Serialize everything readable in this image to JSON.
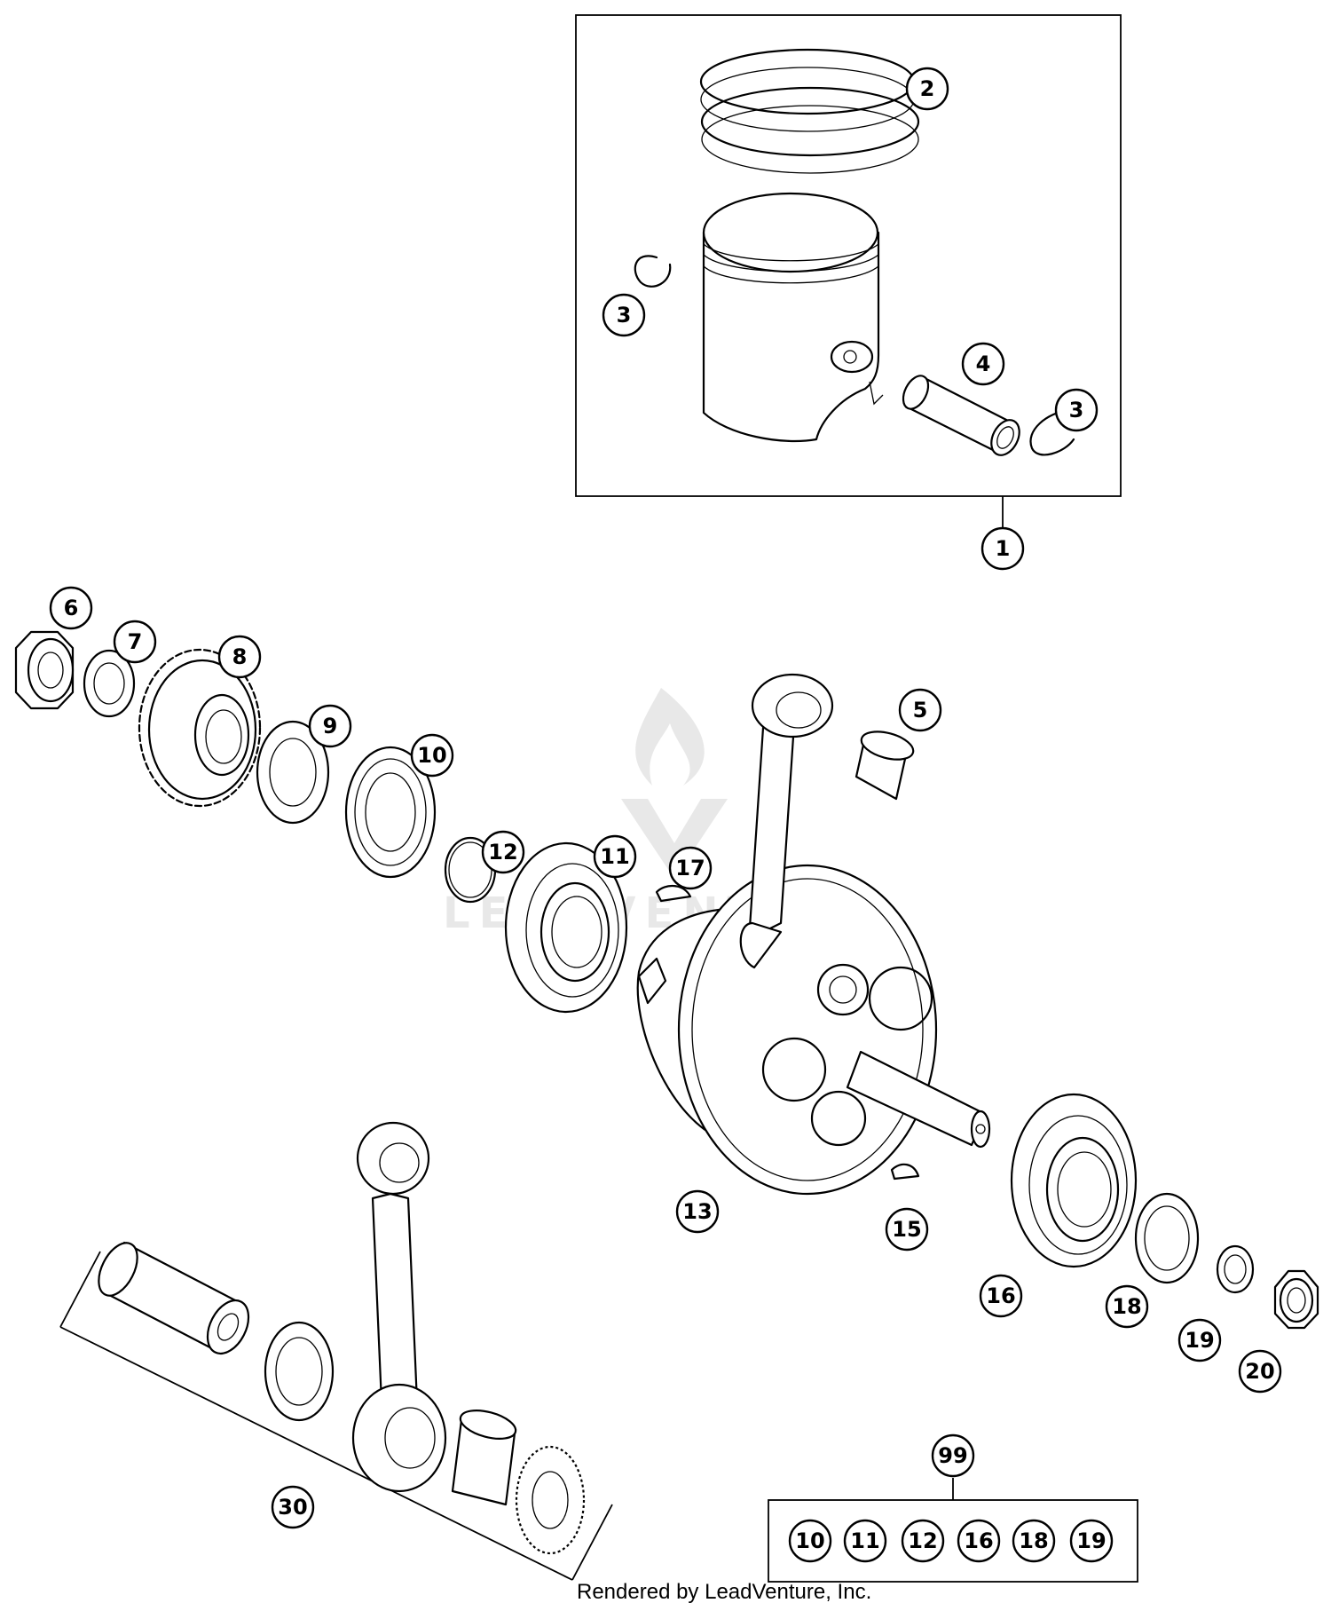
{
  "footer": "Rendered by LeadVenture, Inc.",
  "watermark": "LEADVENTURE",
  "callouts": [
    "1",
    "2",
    "3",
    "3",
    "4",
    "5",
    "6",
    "7",
    "8",
    "9",
    "10",
    "11",
    "12",
    "13",
    "15",
    "16",
    "17",
    "18",
    "19",
    "20",
    "30",
    "99"
  ],
  "kit_99_items": [
    "10",
    "11",
    "12",
    "16",
    "18",
    "19"
  ]
}
